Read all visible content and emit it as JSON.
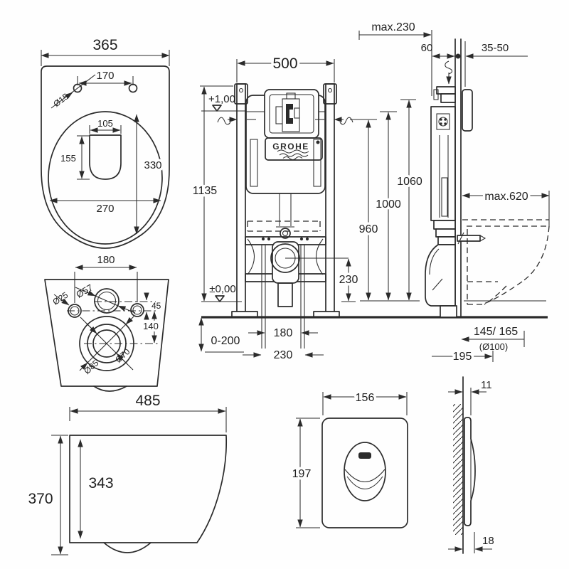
{
  "brand": "GROHE",
  "line_color": "#2b2b2b",
  "background": "#fefefe",
  "pan_top": {
    "width": "365",
    "hinge_spacing": "170",
    "hinge_hole_dia": "Ø15",
    "inner_width": "105",
    "inner_depth": "155",
    "bowl_length": "330",
    "bowl_width": "270"
  },
  "pan_back": {
    "fixing_spacing": "180",
    "fixing_hole_dia": "Ø25",
    "inlet_dia": "Ø57",
    "inlet_offset": "45",
    "outlet_offset": "140",
    "outlet_inner_dia": "Ø70",
    "outlet_outer_dia": "Ø85"
  },
  "pan_side": {
    "depth": "485",
    "inner_height": "343",
    "height": "370"
  },
  "frame_front": {
    "width": "500",
    "height": "1135",
    "level_top": "+1,00",
    "level_zero": "±0,00",
    "foot_range": "0-200",
    "duct_spacing": "180",
    "duct_offset": "230",
    "bend_height": "230"
  },
  "heights": {
    "h960": "960",
    "h1000": "1000",
    "h1060": "1060"
  },
  "frame_side": {
    "max_depth": "max.230",
    "top_offset": "60",
    "wall_range": "35-50",
    "pan_max_depth": "max.620",
    "outlet_pos": "145/ 165",
    "outlet_pipe_dia": "(Ø100)",
    "outlet_wall_dist": "195"
  },
  "plate_front": {
    "width": "156",
    "height": "197"
  },
  "plate_side": {
    "thickness": "11",
    "depth": "18"
  }
}
